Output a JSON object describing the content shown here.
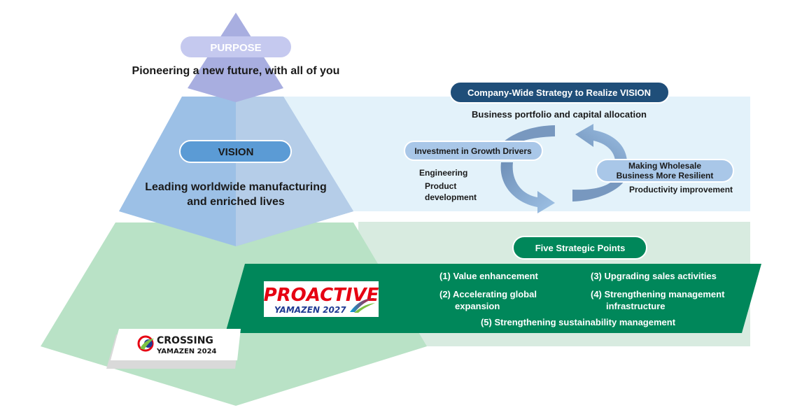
{
  "purpose": {
    "label": "PURPOSE",
    "statement": "Pioneering a new future, with all of you"
  },
  "vision": {
    "label": "VISION",
    "statement_line1": "Leading worldwide manufacturing",
    "statement_line2": "and enriched lives"
  },
  "strategy": {
    "title": "Company-Wide Strategy to Realize VISION",
    "subtitle": "Business portfolio and capital allocation",
    "growth_label": "Investment in Growth Drivers",
    "growth_items": [
      "Engineering",
      "Product",
      "development"
    ],
    "wholesale_label_line1": "Making Wholesale",
    "wholesale_label_line2": "Business More Resilient",
    "wholesale_item": "Productivity improvement"
  },
  "five_points": {
    "title": "Five Strategic Points",
    "p1": "(1) Value enhancement",
    "p2_line1": "(2) Accelerating global",
    "p2_line2": "expansion",
    "p3": "(3) Upgrading sales activities",
    "p4_line1": "(4) Strengthening management",
    "p4_line2": "infrastructure",
    "p5": "(5) Strengthening sustainability management"
  },
  "logos": {
    "proactive_word": "PROACTIVE",
    "proactive_sub": "YAMAZEN 2027",
    "crossing_word": "CROSSING",
    "crossing_sub": "YAMAZEN 2024"
  },
  "colors": {
    "purpose": "#a8aee0",
    "vision": "#94b8e2",
    "base": "#b9e2c6",
    "band_blue": "#e3f2fa",
    "band_green": "#d8ebe0",
    "navy": "#1f4e79",
    "green": "#00875a"
  }
}
